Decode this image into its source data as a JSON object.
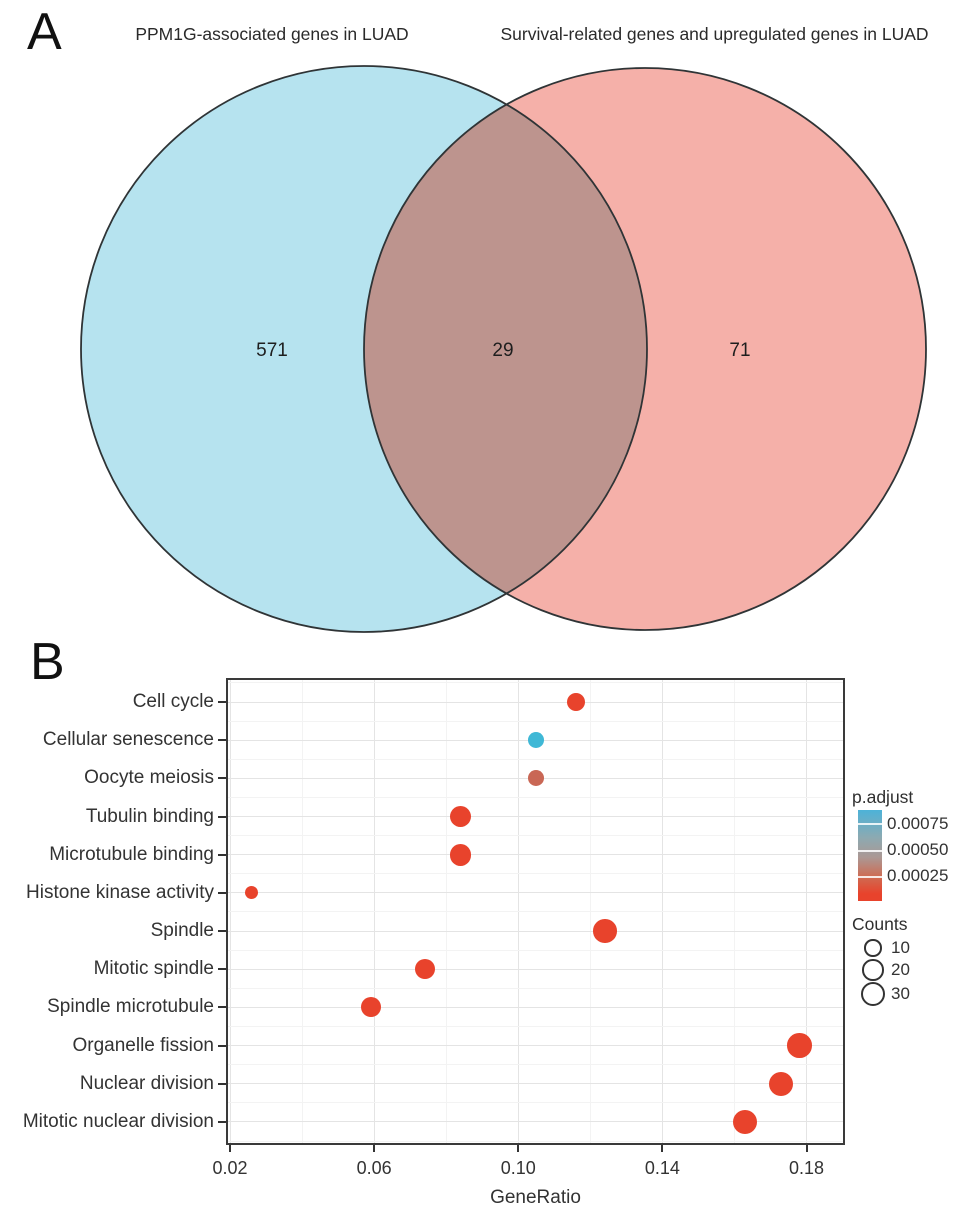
{
  "panels": {
    "a_label": "A",
    "b_label": "B"
  },
  "colors": {
    "venn_left_fill": "#b6e3ef",
    "venn_right_fill": "#f5b0a9",
    "venn_overlap_fill": "#bd948e",
    "venn_stroke": "#2f3436",
    "dot_red": "#e8432c",
    "dot_blue": "#3fb8d6",
    "dot_mid": "#c96755"
  },
  "chart_data": [
    {
      "type": "venn",
      "panel": "A",
      "sets": [
        {
          "label": "PPM1G-associated genes in LUAD",
          "unique_count": 571,
          "color": "#b6e3ef"
        },
        {
          "label": "Survival-related genes and upregulated genes in LUAD",
          "unique_count": 71,
          "color": "#f5b0a9"
        }
      ],
      "intersection_count": 29,
      "overlap_color": "#bd948e"
    },
    {
      "type": "scatter",
      "panel": "B",
      "xlabel": "GeneRatio",
      "x_ticks": [
        0.02,
        0.06,
        0.1,
        0.14,
        0.18
      ],
      "x_tick_labels": [
        "0.02",
        "0.06",
        "0.10",
        "0.14",
        "0.18"
      ],
      "xlim": [
        0.0185,
        0.191
      ],
      "grid": true,
      "categories": [
        "Cell cycle",
        "Cellular senescence",
        "Oocyte meiosis",
        "Tubulin binding",
        "Microtubule binding",
        "Histone kinase activity",
        "Spindle",
        "Mitotic spindle",
        "Spindle microtubule",
        "Organelle fission",
        "Nuclear division",
        "Mitotic nuclear division"
      ],
      "points": [
        {
          "category": "Cell cycle",
          "gene_ratio": 0.116,
          "count": 13,
          "color": "#e8432c"
        },
        {
          "category": "Cellular senescence",
          "gene_ratio": 0.105,
          "count": 7,
          "color": "#3fb8d6"
        },
        {
          "category": "Oocyte meiosis",
          "gene_ratio": 0.105,
          "count": 7,
          "color": "#c96755"
        },
        {
          "category": "Tubulin binding",
          "gene_ratio": 0.084,
          "count": 19,
          "color": "#e8432c"
        },
        {
          "category": "Microtubule binding",
          "gene_ratio": 0.084,
          "count": 21,
          "color": "#e8432c"
        },
        {
          "category": "Histone kinase activity",
          "gene_ratio": 0.026,
          "count": 3,
          "color": "#e8432c"
        },
        {
          "category": "Spindle",
          "gene_ratio": 0.124,
          "count": 27,
          "color": "#e8432c"
        },
        {
          "category": "Mitotic spindle",
          "gene_ratio": 0.074,
          "count": 16,
          "color": "#e8432c"
        },
        {
          "category": "Spindle microtubule",
          "gene_ratio": 0.059,
          "count": 16,
          "color": "#e8432c"
        },
        {
          "category": "Organelle fission",
          "gene_ratio": 0.178,
          "count": 30,
          "color": "#e8432c"
        },
        {
          "category": "Nuclear division",
          "gene_ratio": 0.173,
          "count": 29,
          "color": "#e8432c"
        },
        {
          "category": "Mitotic nuclear division",
          "gene_ratio": 0.163,
          "count": 28,
          "color": "#e8432c"
        }
      ],
      "legend": {
        "p_adjust": {
          "title": "p.adjust",
          "tick_labels": [
            "0.00075",
            "0.00050",
            "0.00025"
          ],
          "gradient_top_color": "#4db2d8",
          "gradient_bottom_color": "#e8432c"
        },
        "counts": {
          "title": "Counts",
          "sizes": [
            10,
            20,
            30
          ]
        }
      }
    }
  ]
}
